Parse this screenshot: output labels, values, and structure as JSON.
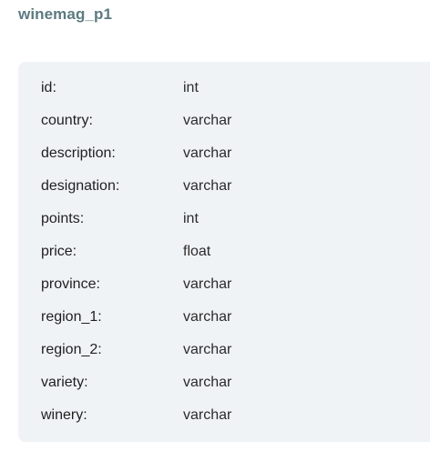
{
  "table": {
    "name": "winemag_p1"
  },
  "columns": [
    {
      "name": "id:",
      "type": "int"
    },
    {
      "name": "country:",
      "type": "varchar"
    },
    {
      "name": "description:",
      "type": "varchar"
    },
    {
      "name": "designation:",
      "type": "varchar"
    },
    {
      "name": "points:",
      "type": "int"
    },
    {
      "name": "price:",
      "type": "float"
    },
    {
      "name": "province:",
      "type": "varchar"
    },
    {
      "name": "region_1:",
      "type": "varchar"
    },
    {
      "name": "region_2:",
      "type": "varchar"
    },
    {
      "name": "variety:",
      "type": "varchar"
    },
    {
      "name": "winery:",
      "type": "varchar"
    }
  ]
}
